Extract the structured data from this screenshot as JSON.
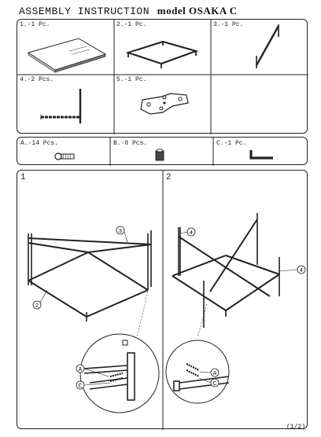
{
  "title": {
    "assembly": "ASSEMBLY INSTRUCTION",
    "model": "model OSAKA C"
  },
  "parts": [
    {
      "label": "1.-1 Pc."
    },
    {
      "label": "2.-1 Pc."
    },
    {
      "label": "3.-1 Pc."
    },
    {
      "label": "4.-2 Pcs."
    },
    {
      "label": "5.-1 Pc."
    }
  ],
  "hardware": [
    {
      "label": "A.-14 Pcs."
    },
    {
      "label": "B.-8 Pcs."
    },
    {
      "label": "C.-1 Pc."
    }
  ],
  "steps": [
    {
      "number": "1",
      "callouts": [
        "3",
        "2",
        "A",
        "C"
      ]
    },
    {
      "number": "2",
      "callouts": [
        "4",
        "4",
        "A",
        "C"
      ]
    }
  ],
  "page": "(1/2)"
}
